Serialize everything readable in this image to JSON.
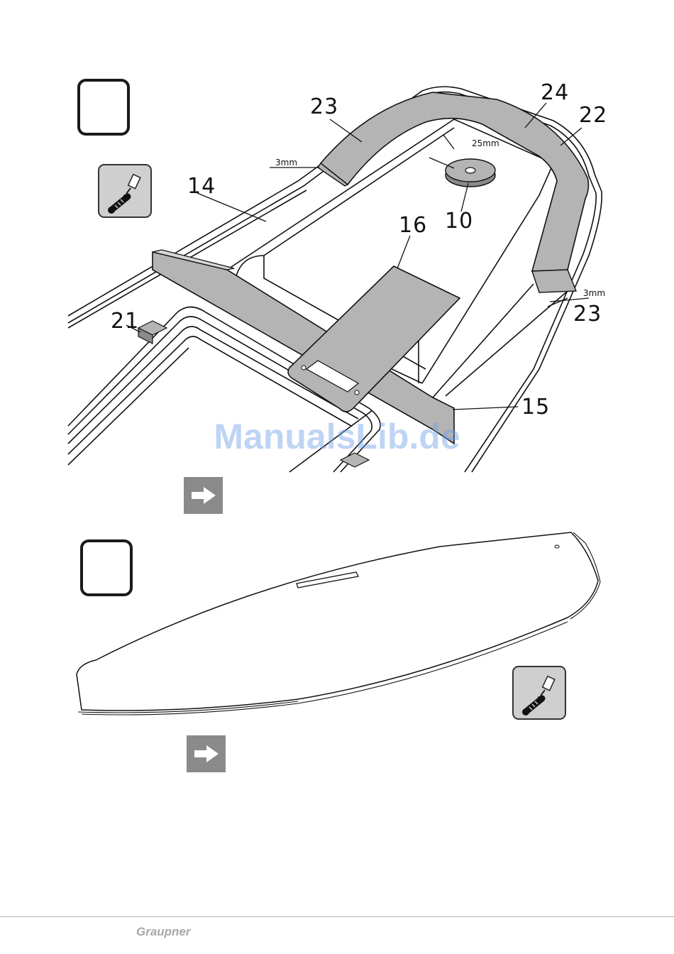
{
  "steps": [
    {
      "callouts": [
        {
          "text": "23"
        },
        {
          "text": "24"
        },
        {
          "text": "22"
        },
        {
          "text": "14"
        },
        {
          "text": "16"
        },
        {
          "text": "10"
        },
        {
          "text": "21"
        },
        {
          "text": "15"
        },
        {
          "text": "23"
        }
      ],
      "dimensions": [
        {
          "text": "3mm"
        },
        {
          "text": "25mm"
        },
        {
          "text": "3mm"
        }
      ],
      "icons": [
        "glue-bottle-icon",
        "screw-icon",
        "arrow-right-icon"
      ]
    },
    {
      "icons": [
        "glue-bottle-icon",
        "screw-icon",
        "arrow-right-icon"
      ]
    }
  ],
  "watermark": "ManualsLib.de",
  "footer": {
    "brand": "Graupner"
  },
  "colors": {
    "part_fill": "#b4b4b4",
    "icon_bg": "#cfcfcf",
    "arrow_bg": "#8a8a8a",
    "watermark": "#6ea0e6"
  }
}
